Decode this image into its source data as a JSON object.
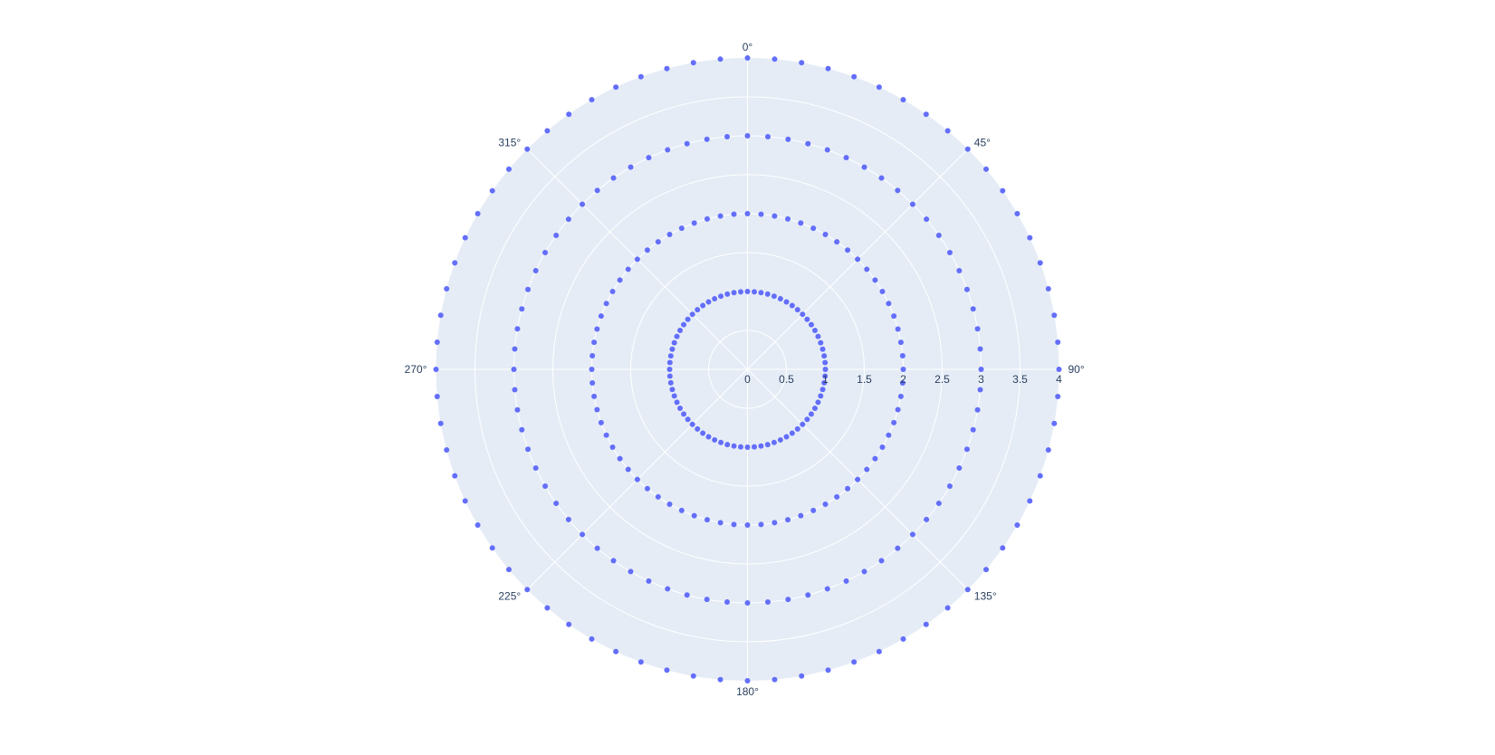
{
  "chart_data": {
    "type": "scatter",
    "coordinate_system": "polar",
    "angular_axis": {
      "direction": "clockwise",
      "rotation": "0° at top",
      "tick_labels": [
        "0°",
        "45°",
        "90°",
        "135°",
        "180°",
        "225°",
        "270°",
        "315°"
      ],
      "tick_values": [
        0,
        45,
        90,
        135,
        180,
        225,
        270,
        315
      ],
      "show_grid": true
    },
    "radial_axis": {
      "range": [
        0,
        4
      ],
      "tick_values": [
        0,
        0.5,
        1,
        1.5,
        2,
        2.5,
        3,
        3.5,
        4
      ],
      "tick_labels": [
        "0",
        "0.5",
        "1",
        "1.5",
        "2",
        "2.5",
        "3",
        "3.5",
        "4"
      ],
      "show_grid": true,
      "angle": 90
    },
    "series": [
      {
        "description": "Concentric rings of markers at r = 1, 2, 3, 4 with points spaced every 5 degrees",
        "rings": [
          1,
          2,
          3,
          4
        ],
        "theta_start": 5,
        "theta_end": 360,
        "theta_step": 5,
        "marker_color": "#636efa",
        "mode": "markers"
      }
    ],
    "colors": {
      "plot_background": "#e5ecf6",
      "grid": "#ffffff",
      "text": "#2a3f5f",
      "marker": "#636efa"
    },
    "legend": "none"
  }
}
